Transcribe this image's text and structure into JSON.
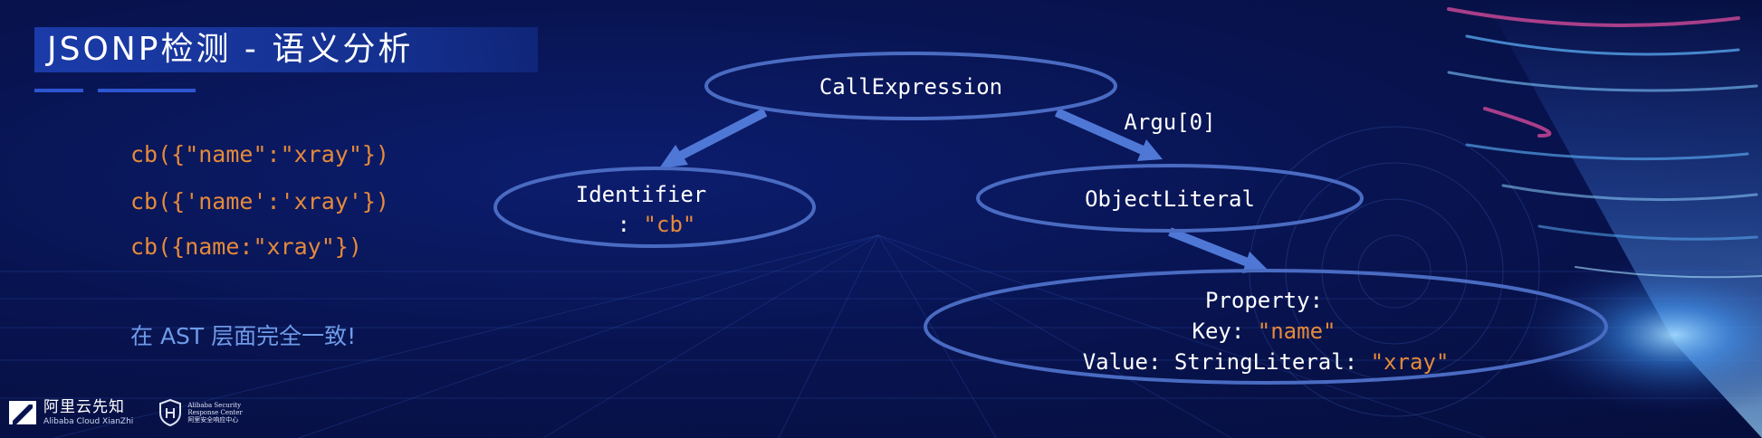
{
  "slide": {
    "title": "JSONP检测 - 语义分析",
    "code_lines": [
      "cb({\"name\":\"xray\"})",
      "cb({'name':'xray'})",
      "cb({name:\"xray\"})"
    ],
    "note": "在 AST 层面完全一致!"
  },
  "diagram": {
    "call_expression": "CallExpression",
    "identifier_label": "Identifier",
    "identifier_prefix": ": ",
    "identifier_value": "\"cb\"",
    "edge_label": "Argu[0]",
    "object_literal": "ObjectLiteral",
    "property_label": "Property:",
    "key_prefix": "Key: ",
    "key_value": "\"name\"",
    "value_prefix": "Value: StringLiteral: ",
    "value_value": "\"xray\""
  },
  "footer": {
    "logo1_main": "阿里云先知",
    "logo1_sub": "Alibaba Cloud XianZhi",
    "logo2_line1": "Alibaba Security",
    "logo2_line2": "Response Center",
    "logo2_line3": "阿里安全响应中心"
  },
  "colors": {
    "background": "#081452",
    "title_bar": "#1b3ba8",
    "code": "#e58a3a",
    "note": "#6f9be8",
    "ellipse_stroke": "#4a6bc2",
    "arrow": "#4f78d6",
    "string_value": "#e58a3a"
  }
}
